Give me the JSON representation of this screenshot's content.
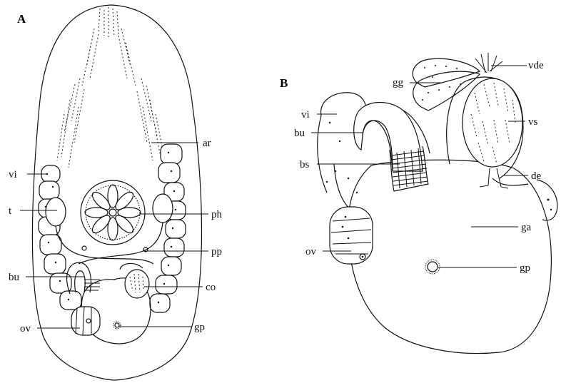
{
  "panels": {
    "a": "A",
    "b": "B"
  },
  "labels_a": {
    "ar": "ar",
    "vi": "vi",
    "t": "t",
    "ph": "ph",
    "pp": "pp",
    "bu": "bu",
    "co": "co",
    "ov": "ov",
    "gp": "gp"
  },
  "labels_b": {
    "vde": "vde",
    "gg": "gg",
    "vi": "vi",
    "vs": "vs",
    "bu": "bu",
    "bs": "bs",
    "de": "de",
    "ga": "ga",
    "ov": "ov",
    "gp": "gp"
  }
}
